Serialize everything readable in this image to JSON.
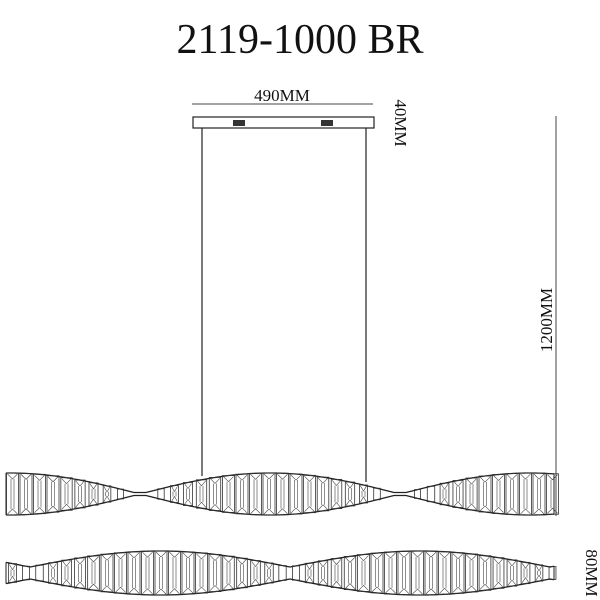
{
  "title": "2119-1000 BR",
  "dimensions": {
    "canopy_width": "490MM",
    "canopy_height": "40MM",
    "overall_height": "1200MM",
    "fixture_height": "80MM"
  },
  "colors": {
    "line": "#111111",
    "background": "#ffffff"
  }
}
